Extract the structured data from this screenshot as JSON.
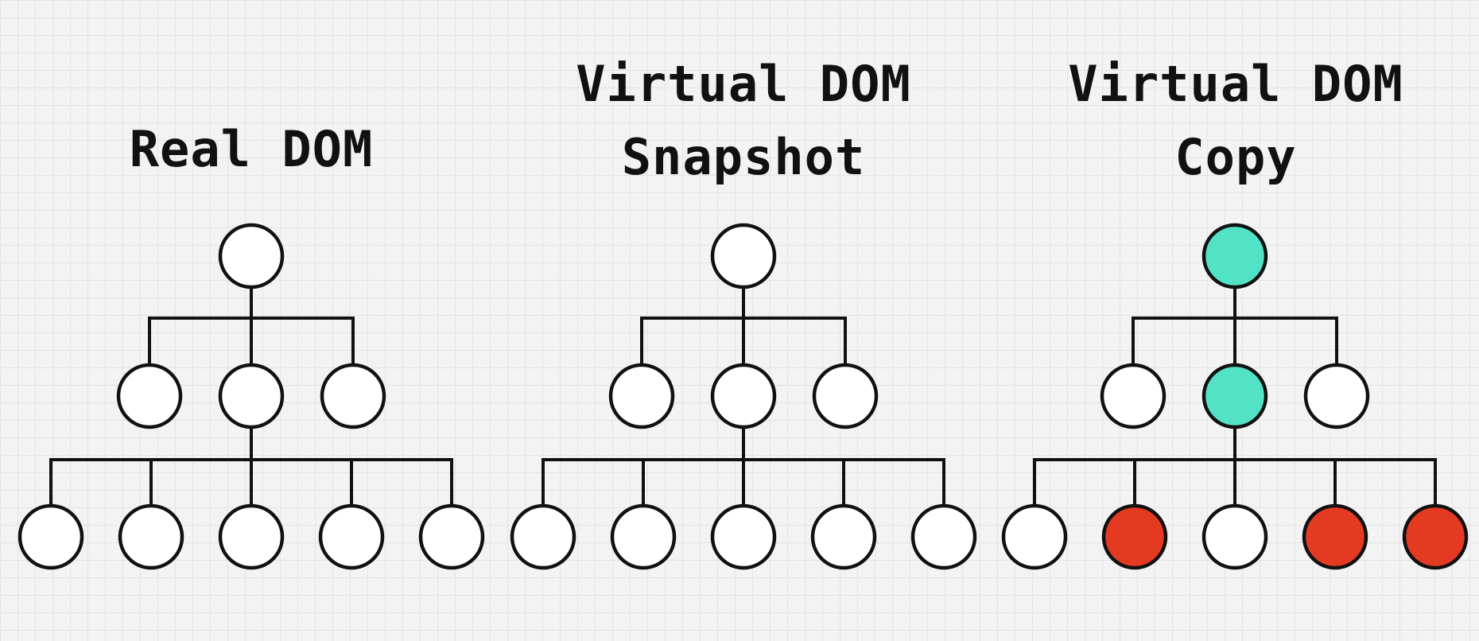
{
  "colors": {
    "node_default": "#ffffff",
    "node_changed": "#52e2c6",
    "node_updated": "#e53a22",
    "line": "#111111",
    "background": "#f3f3f3",
    "grid": "#e4e4e4"
  },
  "trees": [
    {
      "id": "real",
      "title_lines": [
        "Real DOM"
      ],
      "nodes": [
        {
          "id": "root",
          "level": 0,
          "parent": null,
          "state": "default"
        },
        {
          "id": "l1a",
          "level": 1,
          "parent": "root",
          "state": "default"
        },
        {
          "id": "l1b",
          "level": 1,
          "parent": "root",
          "state": "default"
        },
        {
          "id": "l1c",
          "level": 1,
          "parent": "root",
          "state": "default"
        },
        {
          "id": "l2a",
          "level": 2,
          "parent": "l1b",
          "state": "default"
        },
        {
          "id": "l2b",
          "level": 2,
          "parent": "l1b",
          "state": "default"
        },
        {
          "id": "l2c",
          "level": 2,
          "parent": "l1b",
          "state": "default"
        },
        {
          "id": "l2d",
          "level": 2,
          "parent": "l1b",
          "state": "default"
        },
        {
          "id": "l2e",
          "level": 2,
          "parent": "l1b",
          "state": "default"
        }
      ]
    },
    {
      "id": "snapshot",
      "title_lines": [
        "Virtual DOM",
        "Snapshot"
      ],
      "nodes": [
        {
          "id": "root",
          "level": 0,
          "parent": null,
          "state": "default"
        },
        {
          "id": "l1a",
          "level": 1,
          "parent": "root",
          "state": "default"
        },
        {
          "id": "l1b",
          "level": 1,
          "parent": "root",
          "state": "default"
        },
        {
          "id": "l1c",
          "level": 1,
          "parent": "root",
          "state": "default"
        },
        {
          "id": "l2a",
          "level": 2,
          "parent": "l1b",
          "state": "default"
        },
        {
          "id": "l2b",
          "level": 2,
          "parent": "l1b",
          "state": "default"
        },
        {
          "id": "l2c",
          "level": 2,
          "parent": "l1b",
          "state": "default"
        },
        {
          "id": "l2d",
          "level": 2,
          "parent": "l1b",
          "state": "default"
        },
        {
          "id": "l2e",
          "level": 2,
          "parent": "l1b",
          "state": "default"
        }
      ]
    },
    {
      "id": "copy",
      "title_lines": [
        "Virtual DOM",
        "Copy"
      ],
      "nodes": [
        {
          "id": "root",
          "level": 0,
          "parent": null,
          "state": "changed"
        },
        {
          "id": "l1a",
          "level": 1,
          "parent": "root",
          "state": "default"
        },
        {
          "id": "l1b",
          "level": 1,
          "parent": "root",
          "state": "changed"
        },
        {
          "id": "l1c",
          "level": 1,
          "parent": "root",
          "state": "default"
        },
        {
          "id": "l2a",
          "level": 2,
          "parent": "l1b",
          "state": "default"
        },
        {
          "id": "l2b",
          "level": 2,
          "parent": "l1b",
          "state": "updated"
        },
        {
          "id": "l2c",
          "level": 2,
          "parent": "l1b",
          "state": "default"
        },
        {
          "id": "l2d",
          "level": 2,
          "parent": "l1b",
          "state": "updated"
        },
        {
          "id": "l2e",
          "level": 2,
          "parent": "l1b",
          "state": "updated"
        }
      ]
    }
  ]
}
